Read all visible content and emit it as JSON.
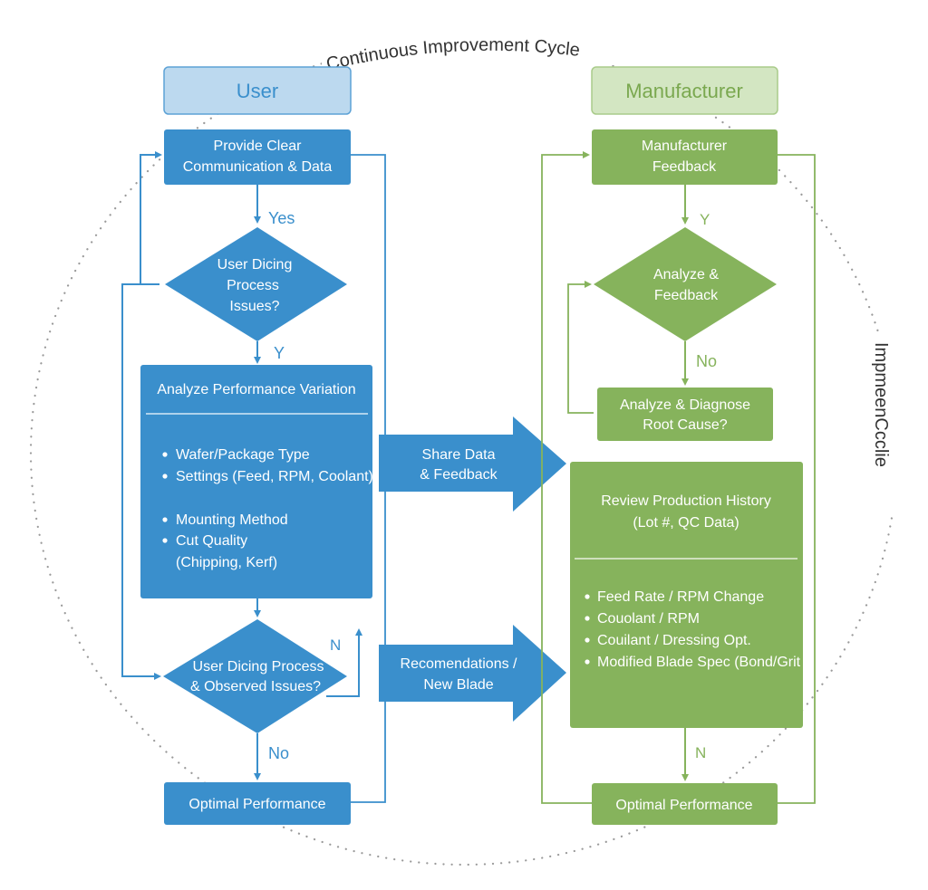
{
  "title": "Continuous Improvement Cycle",
  "side_label": "ImpmeenCcclie",
  "colors": {
    "user_primary": "#3a8fcc",
    "user_header_fill": "#bcd9ef",
    "user_header_text": "#3a8fcc",
    "mfr_primary": "#86b35c",
    "mfr_header_fill": "#d3e6c2",
    "mfr_header_text": "#7aa84f",
    "dots": "#9a9a9a"
  },
  "user": {
    "header": "User",
    "provide": [
      "Provide Clear",
      "Communication & Data"
    ],
    "yes_label": "Yes",
    "decision1": [
      "User Dicing",
      "Process",
      "Issues?"
    ],
    "y_label": "Y",
    "analyze_title": "Analyze Performance Variation",
    "analyze_items": [
      "Wafer/Package Type",
      "Settings (Feed, RPM, Coolant)",
      "Mounting Method",
      "Cut Quality"
    ],
    "analyze_item_cont": "(Chipping, Kerf)",
    "decision2": [
      "User Dicing Process",
      "& Observed Issues?"
    ],
    "n_label": "N",
    "no_label": "No",
    "optimal": "Optimal Performance"
  },
  "arrows": {
    "share": [
      "Share Data",
      "& Feedback"
    ],
    "recommend": [
      "Recomendations /",
      "New Blade"
    ]
  },
  "manufacturer": {
    "header": "Manufacturer",
    "feedback": [
      "Manufacturer",
      "Feedback"
    ],
    "y_label": "Y",
    "decision": [
      "Analyze &",
      "Feedback"
    ],
    "no_label": "No",
    "diagnose": [
      "Analyze & Diagnose",
      "Root Cause?"
    ],
    "review_title": [
      "Review Production History",
      "(Lot #, QC Data)"
    ],
    "review_items": [
      "Feed Rate / RPM Change",
      "Couolant / RPM",
      "Couilant / Dressing Opt.",
      "Modified Blade Spec (Bond/Grit"
    ],
    "n_label": "N",
    "optimal": "Optimal Performance"
  }
}
